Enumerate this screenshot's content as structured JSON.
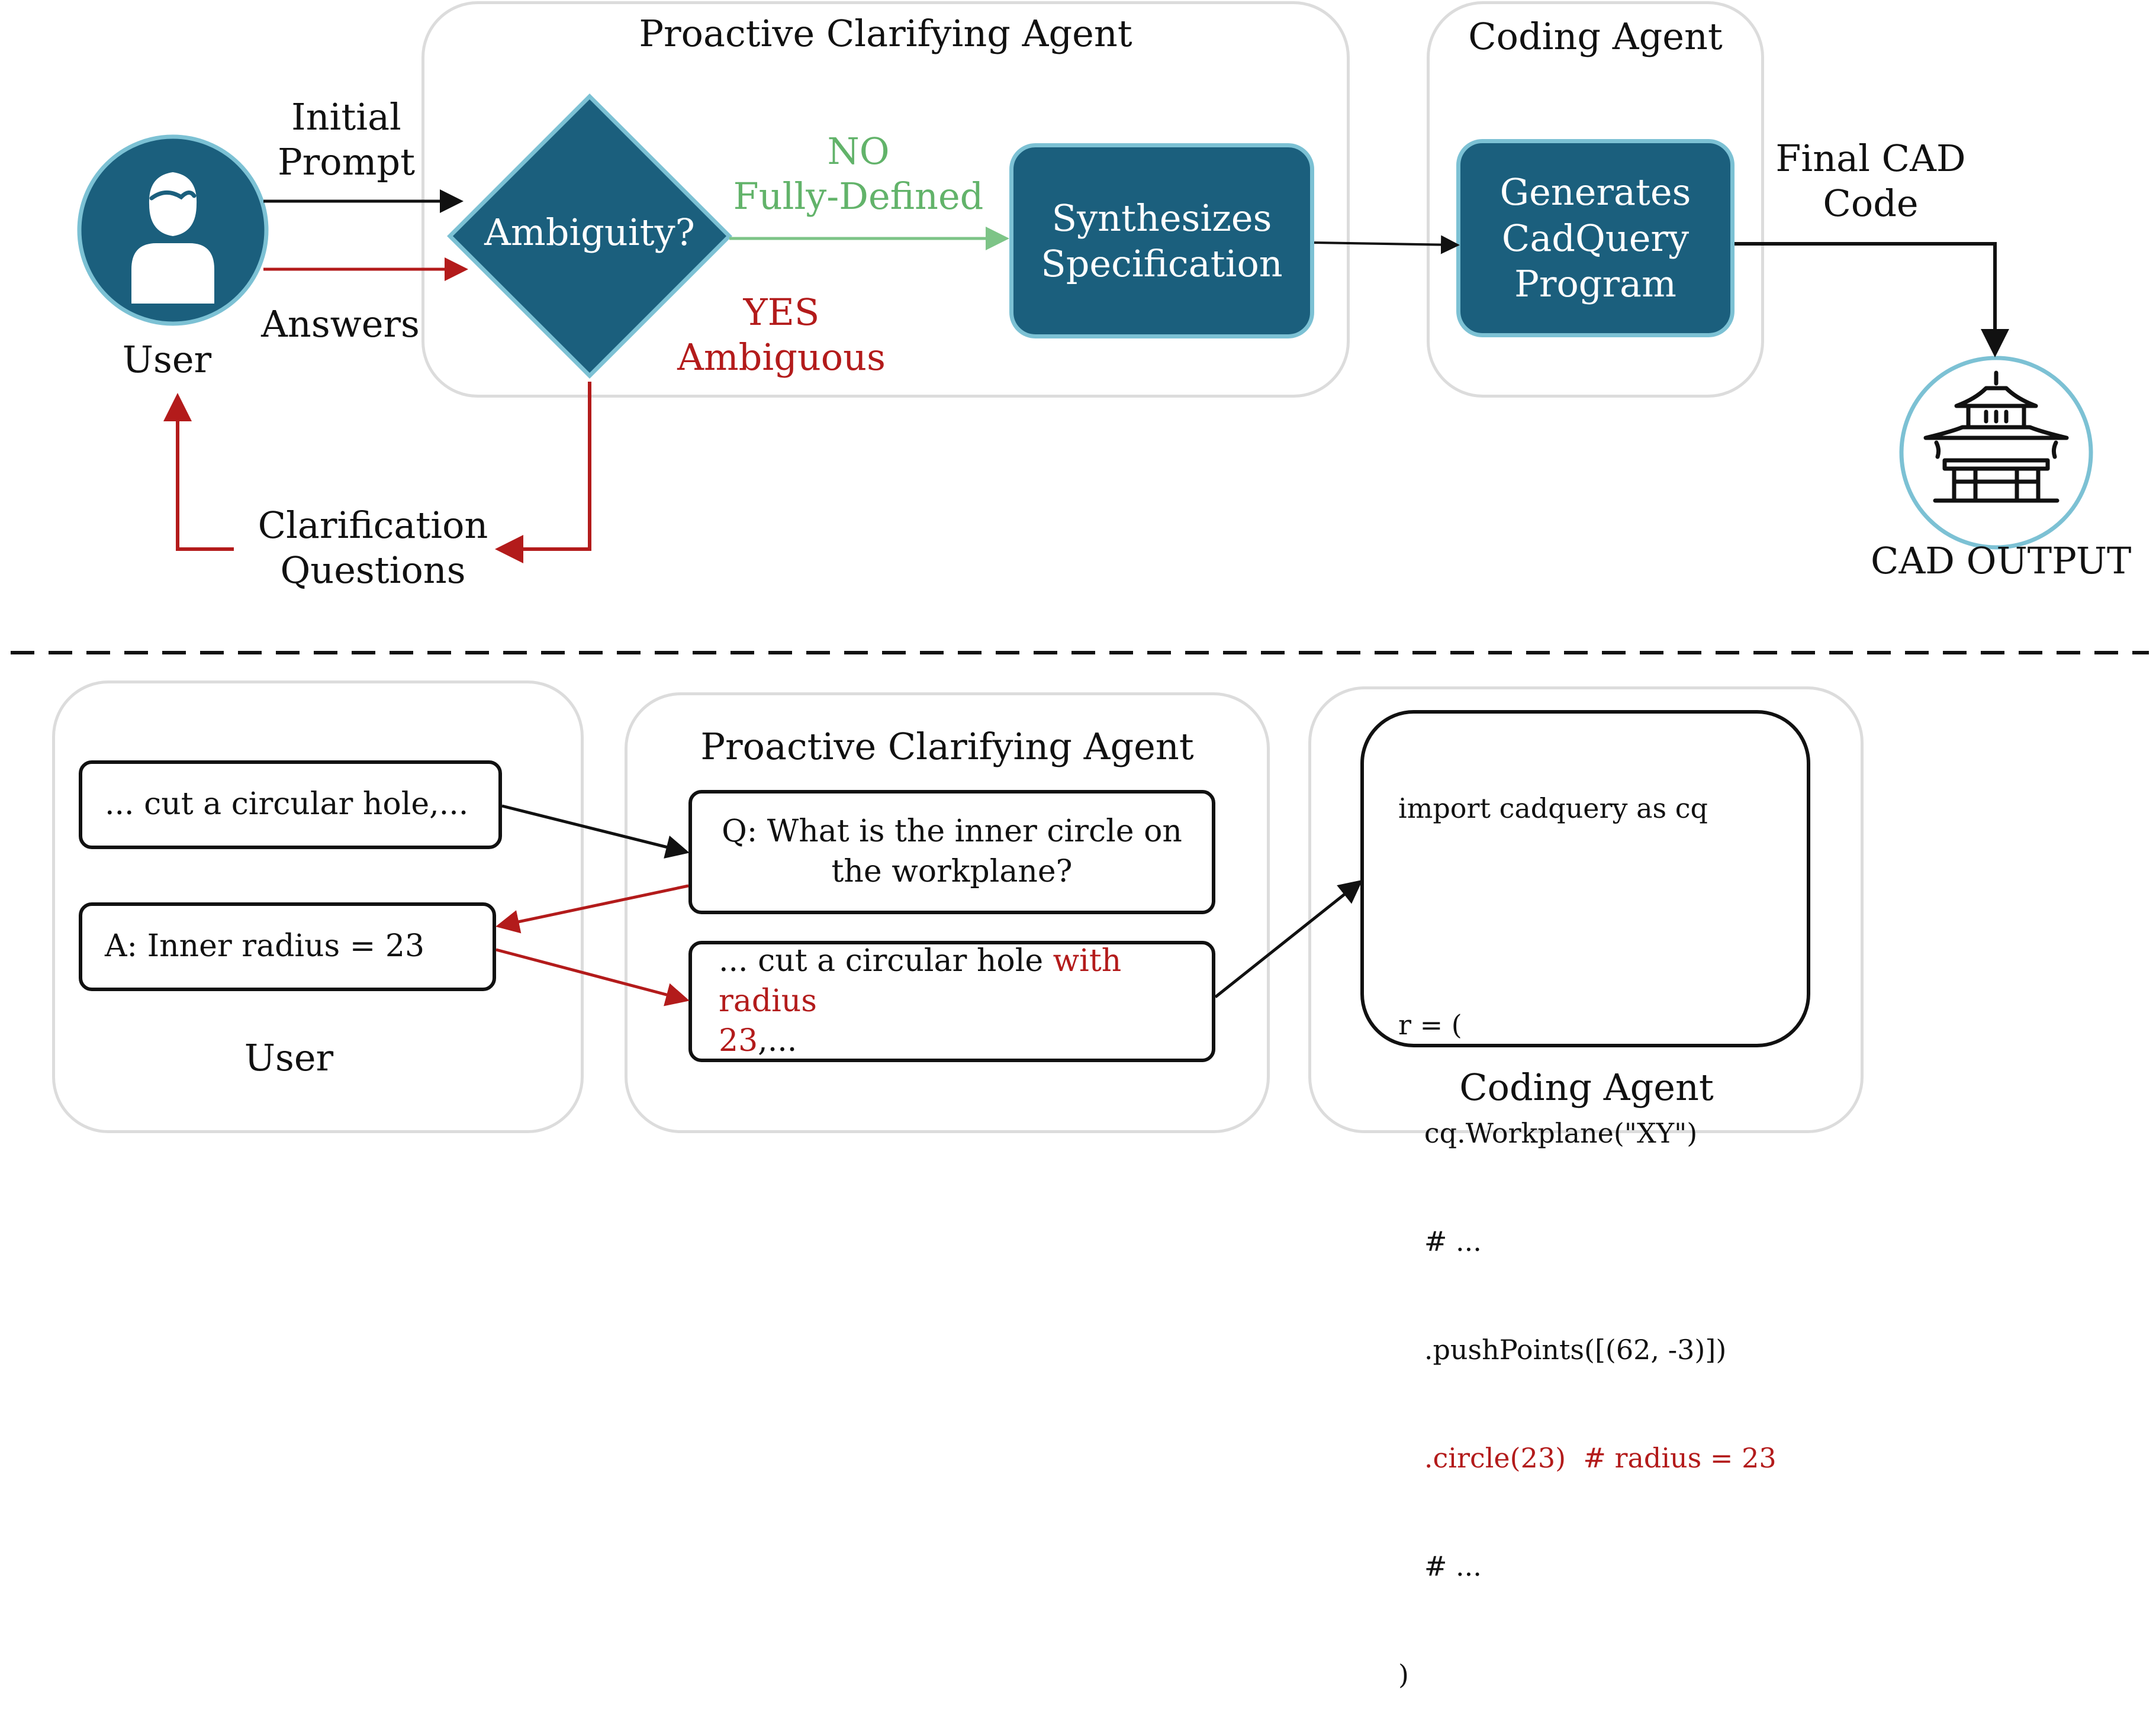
{
  "colors": {
    "node_fill": "#1b5f7d",
    "node_border": "#7cc1d4",
    "answer_red": "#b31b1b",
    "fully_defined_green": "#62b36a",
    "panel_border": "#dcdcdc"
  },
  "top": {
    "user_label": "User",
    "user_icon": "user-icon",
    "initial_prompt_line1": "Initial",
    "initial_prompt_line2": "Prompt",
    "answers_label": "Answers",
    "clarifying_panel_title": "Proactive Clarifying Agent",
    "decision_label": "Ambiguity?",
    "no_line1": "NO",
    "no_line2": "Fully-Defined",
    "yes_line1": "YES",
    "yes_line2": "Ambiguous",
    "synth_line1": "Synthesizes",
    "synth_line2": "Specification",
    "coding_panel_title": "Coding Agent",
    "gen_line1": "Generates",
    "gen_line2": "CadQuery",
    "gen_line3": "Program",
    "final_line1": "Final CAD",
    "final_line2": "Code",
    "output_label": "CAD OUTPUT",
    "output_icon": "pagoda-icon",
    "clar_line1": "Clarification",
    "clar_line2": "Questions"
  },
  "bottom": {
    "user_panel_label": "User",
    "prompt_box": "... cut a circular hole,...",
    "answer_box": "A: Inner radius = 23",
    "clarifying_panel_title": "Proactive Clarifying Agent",
    "question_line1": "Q: What is the inner circle on",
    "question_line2": "the workplane?",
    "refined_prefix": "... cut a circular hole ",
    "refined_highlight": "with radius",
    "refined_highlight2": "23",
    "refined_suffix": ",...",
    "coding_panel_title": "Coding Agent",
    "code_lines": [
      "import cadquery as cq",
      "",
      "r = (",
      "   cq.Workplane(\"XY\")",
      "   # ...",
      "   .pushPoints([(62, -3)])",
      "   .circle(23)  # radius = 23",
      "   # ...",
      ")"
    ]
  }
}
